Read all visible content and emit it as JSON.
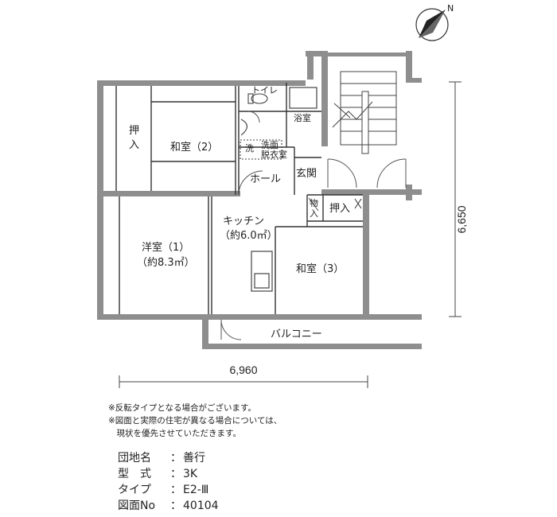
{
  "compass": {
    "north": "N"
  },
  "rooms": {
    "toilet": "トイレ",
    "bath": "浴室",
    "oshiire_1": "押入",
    "washitsu_2": "和室（2）",
    "sen": "洗",
    "senmen_1": "洗面",
    "senmen_2": "脱衣室",
    "genkan": "玄関",
    "hall": "ホール",
    "monoire": "物入",
    "oshiire_2": "押入",
    "kitchen": "キッチン",
    "kitchen_area": "（約6.0㎡）",
    "yoshitsu": "洋室（1）",
    "yoshitsu_area": "（約8.3㎡）",
    "washitsu_3": "和室（3）",
    "balcony": "バルコニー"
  },
  "dimensions": {
    "height": "6,650",
    "width": "6,960"
  },
  "notes": [
    "※反転タイプとなる場合がございます。",
    "※図面と実際の住宅が異なる場合については、",
    "　現状を優先させていただきます。"
  ],
  "info": [
    {
      "label": "団地名",
      "value": "善行"
    },
    {
      "label": "型　式",
      "value": "3K"
    },
    {
      "label": "タイプ",
      "value": "E2-Ⅲ"
    },
    {
      "label": "図面No",
      "value": "40104"
    }
  ]
}
